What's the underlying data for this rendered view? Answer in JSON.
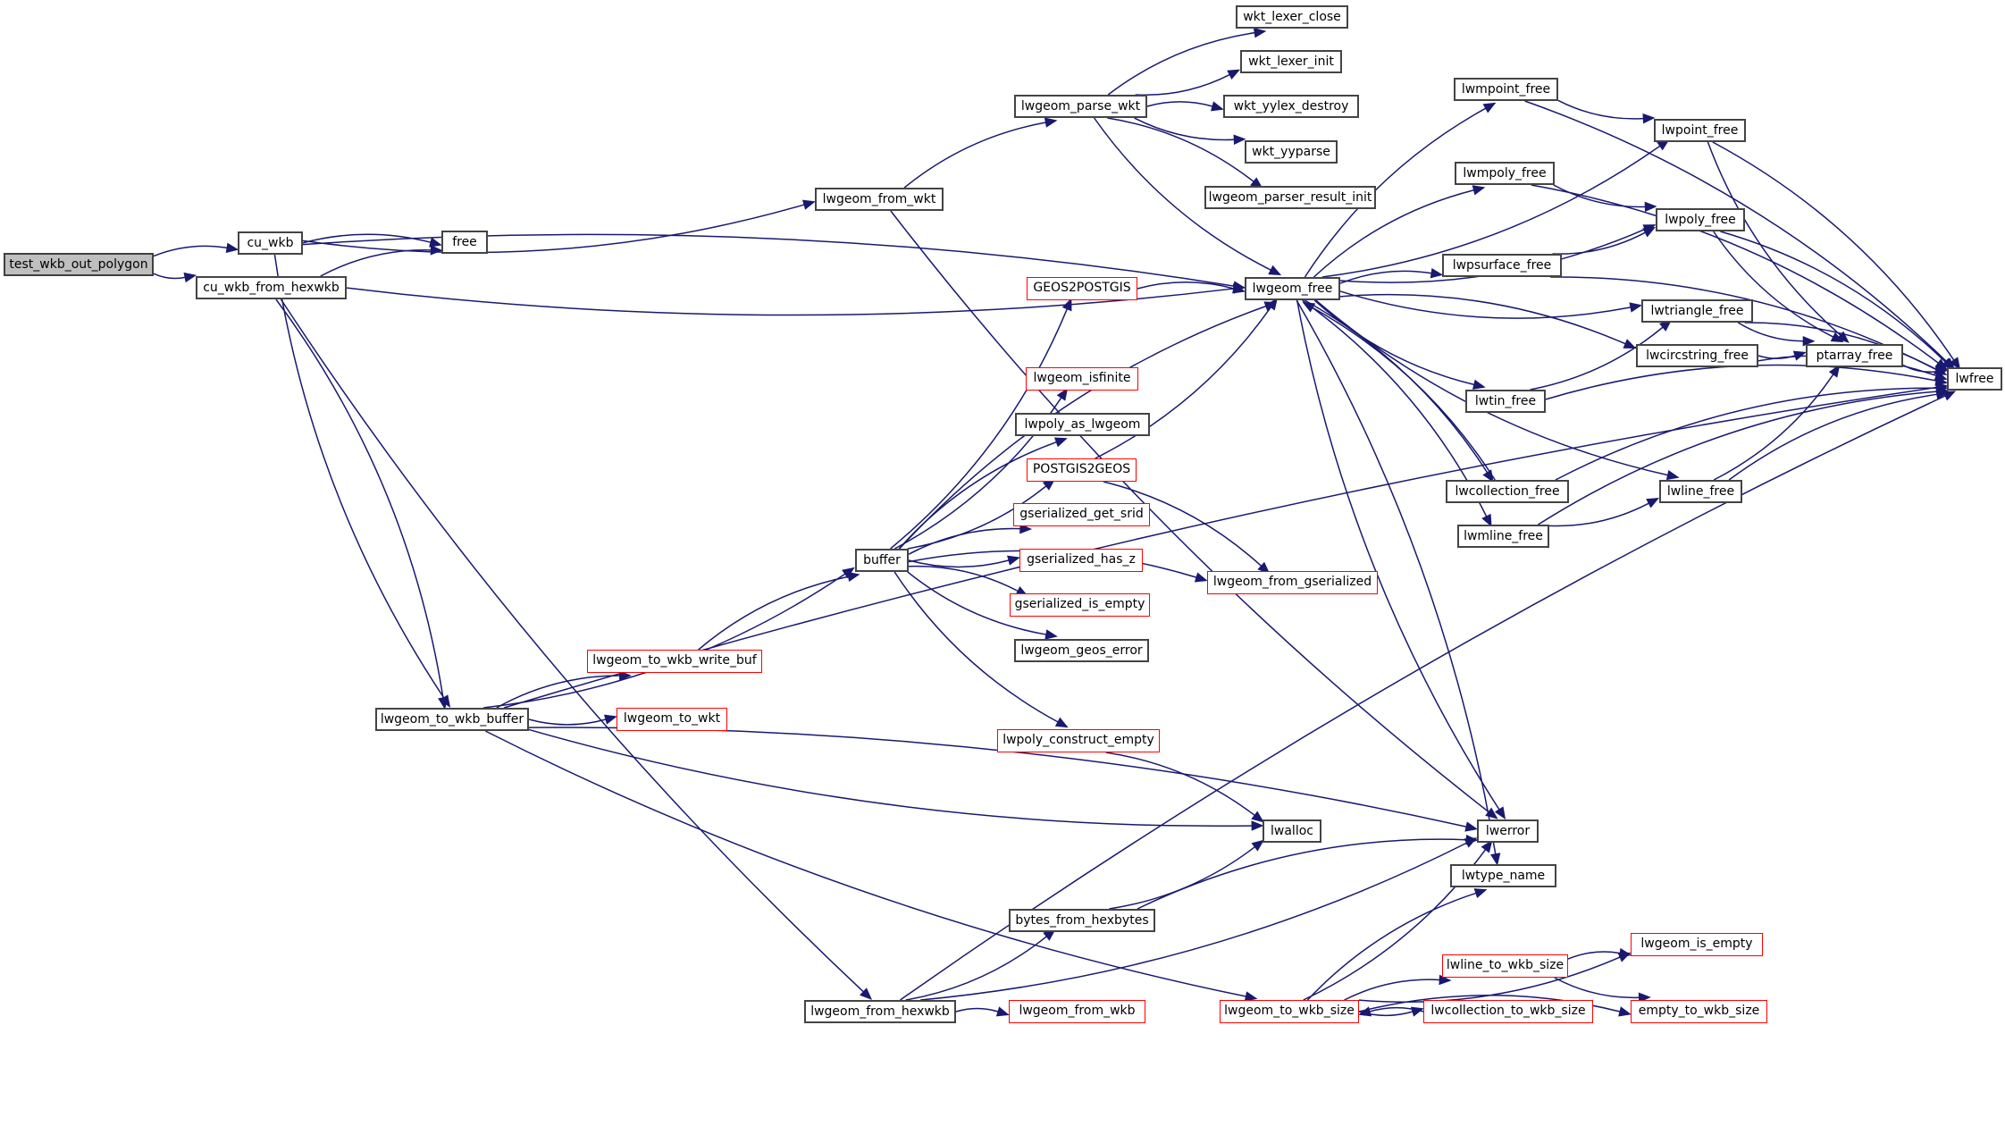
{
  "graph": {
    "title": "Call graph of test_wkb_out_polygon",
    "root": "test_wkb_out_polygon",
    "colors": {
      "edge": "#191970",
      "root_fill": "#bfbfbf",
      "normal_border": "#444444",
      "incomplete_border": "#ff0000"
    },
    "nodes": [
      {
        "id": "test_wkb_out_polygon",
        "label": "test_wkb_out_polygon",
        "style": "root"
      },
      {
        "id": "cu_wkb",
        "label": "cu_wkb",
        "style": "normal"
      },
      {
        "id": "cu_wkb_from_hexwkb",
        "label": "cu_wkb_from_hexwkb",
        "style": "normal"
      },
      {
        "id": "free",
        "label": "free",
        "style": "normal"
      },
      {
        "id": "lwgeom_from_wkt",
        "label": "lwgeom_from_wkt",
        "style": "normal"
      },
      {
        "id": "lwgeom_parse_wkt",
        "label": "lwgeom_parse_wkt",
        "style": "normal"
      },
      {
        "id": "wkt_lexer_close",
        "label": "wkt_lexer_close",
        "style": "normal"
      },
      {
        "id": "wkt_lexer_init",
        "label": "wkt_lexer_init",
        "style": "normal"
      },
      {
        "id": "wkt_yylex_destroy",
        "label": "wkt_yylex_destroy",
        "style": "normal"
      },
      {
        "id": "wkt_yyparse",
        "label": "wkt_yyparse",
        "style": "normal"
      },
      {
        "id": "lwgeom_parser_result_init",
        "label": "lwgeom_parser_result_init",
        "style": "normal"
      },
      {
        "id": "lwgeom_free",
        "label": "lwgeom_free",
        "style": "normal"
      },
      {
        "id": "GEOS2POSTGIS",
        "label": "GEOS2POSTGIS",
        "style": "red"
      },
      {
        "id": "lwgeom_isfinite",
        "label": "lwgeom_isfinite",
        "style": "red"
      },
      {
        "id": "lwpoly_as_lwgeom",
        "label": "lwpoly_as_lwgeom",
        "style": "normal"
      },
      {
        "id": "POSTGIS2GEOS",
        "label": "POSTGIS2GEOS",
        "style": "red"
      },
      {
        "id": "gserialized_get_srid",
        "label": "gserialized_get_srid",
        "style": "red"
      },
      {
        "id": "gserialized_has_z",
        "label": "gserialized_has_z",
        "style": "red"
      },
      {
        "id": "gserialized_is_empty",
        "label": "gserialized_is_empty",
        "style": "red"
      },
      {
        "id": "lwgeom_geos_error",
        "label": "lwgeom_geos_error",
        "style": "normal"
      },
      {
        "id": "lwgeom_from_gserialized",
        "label": "lwgeom_from_gserialized",
        "style": "red"
      },
      {
        "id": "buffer",
        "label": "buffer",
        "style": "normal"
      },
      {
        "id": "lwgeom_to_wkb_write_buf",
        "label": "lwgeom_to_wkb_write_buf",
        "style": "red"
      },
      {
        "id": "lwgeom_to_wkb_buffer",
        "label": "lwgeom_to_wkb_buffer",
        "style": "normal"
      },
      {
        "id": "lwgeom_to_wkt",
        "label": "lwgeom_to_wkt",
        "style": "red"
      },
      {
        "id": "lwpoly_construct_empty",
        "label": "lwpoly_construct_empty",
        "style": "red"
      },
      {
        "id": "lwalloc",
        "label": "lwalloc",
        "style": "normal"
      },
      {
        "id": "lwerror",
        "label": "lwerror",
        "style": "normal"
      },
      {
        "id": "lwtype_name",
        "label": "lwtype_name",
        "style": "normal"
      },
      {
        "id": "bytes_from_hexbytes",
        "label": "bytes_from_hexbytes",
        "style": "normal"
      },
      {
        "id": "lwgeom_from_hexwkb",
        "label": "lwgeom_from_hexwkb",
        "style": "normal"
      },
      {
        "id": "lwgeom_from_wkb",
        "label": "lwgeom_from_wkb",
        "style": "red"
      },
      {
        "id": "lwgeom_to_wkb_size",
        "label": "lwgeom_to_wkb_size",
        "style": "red"
      },
      {
        "id": "lwcollection_to_wkb_size",
        "label": "lwcollection_to_wkb_size",
        "style": "red"
      },
      {
        "id": "lwline_to_wkb_size",
        "label": "lwline_to_wkb_size",
        "style": "red"
      },
      {
        "id": "lwgeom_is_empty",
        "label": "lwgeom_is_empty",
        "style": "red"
      },
      {
        "id": "empty_to_wkb_size",
        "label": "empty_to_wkb_size",
        "style": "red"
      },
      {
        "id": "lwmpoint_free",
        "label": "lwmpoint_free",
        "style": "normal"
      },
      {
        "id": "lwpoint_free",
        "label": "lwpoint_free",
        "style": "normal"
      },
      {
        "id": "lwmpoly_free",
        "label": "lwmpoly_free",
        "style": "normal"
      },
      {
        "id": "lwpoly_free",
        "label": "lwpoly_free",
        "style": "normal"
      },
      {
        "id": "lwpsurface_free",
        "label": "lwpsurface_free",
        "style": "normal"
      },
      {
        "id": "lwtriangle_free",
        "label": "lwtriangle_free",
        "style": "normal"
      },
      {
        "id": "lwcircstring_free",
        "label": "lwcircstring_free",
        "style": "normal"
      },
      {
        "id": "ptarray_free",
        "label": "ptarray_free",
        "style": "normal"
      },
      {
        "id": "lwfree",
        "label": "lwfree",
        "style": "normal"
      },
      {
        "id": "lwtin_free",
        "label": "lwtin_free",
        "style": "normal"
      },
      {
        "id": "lwline_free",
        "label": "lwline_free",
        "style": "normal"
      },
      {
        "id": "lwcollection_free",
        "label": "lwcollection_free",
        "style": "normal"
      },
      {
        "id": "lwmline_free",
        "label": "lwmline_free",
        "style": "normal"
      }
    ],
    "edges": [
      [
        "test_wkb_out_polygon",
        "cu_wkb"
      ],
      [
        "test_wkb_out_polygon",
        "cu_wkb_from_hexwkb"
      ],
      [
        "cu_wkb",
        "free"
      ],
      [
        "cu_wkb",
        "lwgeom_from_wkt"
      ],
      [
        "cu_wkb",
        "lwgeom_free"
      ],
      [
        "cu_wkb",
        "lwgeom_to_wkb_buffer"
      ],
      [
        "cu_wkb_from_hexwkb",
        "free"
      ],
      [
        "cu_wkb_from_hexwkb",
        "lwgeom_free"
      ],
      [
        "cu_wkb_from_hexwkb",
        "lwgeom_to_wkb_buffer"
      ],
      [
        "cu_wkb_from_hexwkb",
        "lwgeom_from_hexwkb"
      ],
      [
        "lwgeom_from_wkt",
        "lwgeom_parse_wkt"
      ],
      [
        "lwgeom_from_wkt",
        "lwerror"
      ],
      [
        "lwgeom_parse_wkt",
        "wkt_lexer_close"
      ],
      [
        "lwgeom_parse_wkt",
        "wkt_lexer_init"
      ],
      [
        "lwgeom_parse_wkt",
        "wkt_yylex_destroy"
      ],
      [
        "lwgeom_parse_wkt",
        "wkt_yyparse"
      ],
      [
        "lwgeom_parse_wkt",
        "lwgeom_parser_result_init"
      ],
      [
        "lwgeom_parse_wkt",
        "lwgeom_free"
      ],
      [
        "lwgeom_free",
        "lwmpoint_free"
      ],
      [
        "lwgeom_free",
        "lwpoint_free"
      ],
      [
        "lwgeom_free",
        "lwmpoly_free"
      ],
      [
        "lwgeom_free",
        "lwpoly_free"
      ],
      [
        "lwgeom_free",
        "lwpsurface_free"
      ],
      [
        "lwgeom_free",
        "lwtriangle_free"
      ],
      [
        "lwgeom_free",
        "lwcircstring_free"
      ],
      [
        "lwgeom_free",
        "lwtin_free"
      ],
      [
        "lwgeom_free",
        "lwcollection_free"
      ],
      [
        "lwgeom_free",
        "lwline_free"
      ],
      [
        "lwgeom_free",
        "lwmline_free"
      ],
      [
        "lwgeom_free",
        "lwerror"
      ],
      [
        "lwgeom_free",
        "lwtype_name"
      ],
      [
        "lwmpoint_free",
        "lwpoint_free"
      ],
      [
        "lwmpoint_free",
        "lwfree"
      ],
      [
        "lwpoint_free",
        "ptarray_free"
      ],
      [
        "lwpoint_free",
        "lwfree"
      ],
      [
        "lwmpoly_free",
        "lwpoly_free"
      ],
      [
        "lwmpoly_free",
        "lwfree"
      ],
      [
        "lwpoly_free",
        "ptarray_free"
      ],
      [
        "lwpoly_free",
        "lwfree"
      ],
      [
        "lwpsurface_free",
        "lwpoly_free"
      ],
      [
        "lwpsurface_free",
        "lwfree"
      ],
      [
        "lwtriangle_free",
        "ptarray_free"
      ],
      [
        "lwtriangle_free",
        "lwfree"
      ],
      [
        "lwcircstring_free",
        "ptarray_free"
      ],
      [
        "lwcircstring_free",
        "lwfree"
      ],
      [
        "lwtin_free",
        "lwtriangle_free"
      ],
      [
        "lwtin_free",
        "lwfree"
      ],
      [
        "lwcollection_free",
        "lwgeom_free"
      ],
      [
        "lwcollection_free",
        "lwfree"
      ],
      [
        "lwmline_free",
        "lwline_free"
      ],
      [
        "lwmline_free",
        "lwfree"
      ],
      [
        "lwline_free",
        "ptarray_free"
      ],
      [
        "lwline_free",
        "lwfree"
      ],
      [
        "ptarray_free",
        "lwfree"
      ],
      [
        "GEOS2POSTGIS",
        "lwgeom_free"
      ],
      [
        "POSTGIS2GEOS",
        "lwgeom_free"
      ],
      [
        "POSTGIS2GEOS",
        "lwgeom_from_gserialized"
      ],
      [
        "buffer",
        "GEOS2POSTGIS"
      ],
      [
        "buffer",
        "lwgeom_free"
      ],
      [
        "buffer",
        "lwgeom_isfinite"
      ],
      [
        "buffer",
        "lwpoly_as_lwgeom"
      ],
      [
        "buffer",
        "POSTGIS2GEOS"
      ],
      [
        "buffer",
        "gserialized_get_srid"
      ],
      [
        "buffer",
        "gserialized_has_z"
      ],
      [
        "buffer",
        "gserialized_is_empty"
      ],
      [
        "buffer",
        "lwgeom_geos_error"
      ],
      [
        "buffer",
        "lwgeom_from_gserialized"
      ],
      [
        "buffer",
        "lwpoly_construct_empty"
      ],
      [
        "lwgeom_to_wkb_write_buf",
        "buffer"
      ],
      [
        "lwgeom_to_wkb_buffer",
        "buffer"
      ],
      [
        "lwgeom_to_wkb_buffer",
        "lwgeom_to_wkb_write_buf"
      ],
      [
        "lwgeom_to_wkb_buffer",
        "lwgeom_to_wkt"
      ],
      [
        "lwgeom_to_wkb_buffer",
        "lwfree"
      ],
      [
        "lwgeom_to_wkb_buffer",
        "lwalloc"
      ],
      [
        "lwgeom_to_wkb_buffer",
        "lwerror"
      ],
      [
        "lwgeom_to_wkb_buffer",
        "lwgeom_to_wkb_size"
      ],
      [
        "lwpoly_construct_empty",
        "lwalloc"
      ],
      [
        "bytes_from_hexbytes",
        "lwalloc"
      ],
      [
        "bytes_from_hexbytes",
        "lwerror"
      ],
      [
        "lwgeom_from_hexwkb",
        "bytes_from_hexbytes"
      ],
      [
        "lwgeom_from_hexwkb",
        "lwgeom_from_wkb"
      ],
      [
        "lwgeom_from_hexwkb",
        "lwerror"
      ],
      [
        "lwgeom_from_hexwkb",
        "lwfree"
      ],
      [
        "lwgeom_to_wkb_size",
        "lwerror"
      ],
      [
        "lwgeom_to_wkb_size",
        "lwtype_name"
      ],
      [
        "lwgeom_to_wkb_size",
        "lwgeom_is_empty"
      ],
      [
        "lwgeom_to_wkb_size",
        "lwline_to_wkb_size"
      ],
      [
        "lwgeom_to_wkb_size",
        "lwcollection_to_wkb_size"
      ],
      [
        "lwgeom_to_wkb_size",
        "empty_to_wkb_size"
      ],
      [
        "lwcollection_to_wkb_size",
        "lwgeom_to_wkb_size"
      ],
      [
        "lwline_to_wkb_size",
        "lwgeom_is_empty"
      ],
      [
        "lwline_to_wkb_size",
        "empty_to_wkb_size"
      ]
    ]
  }
}
